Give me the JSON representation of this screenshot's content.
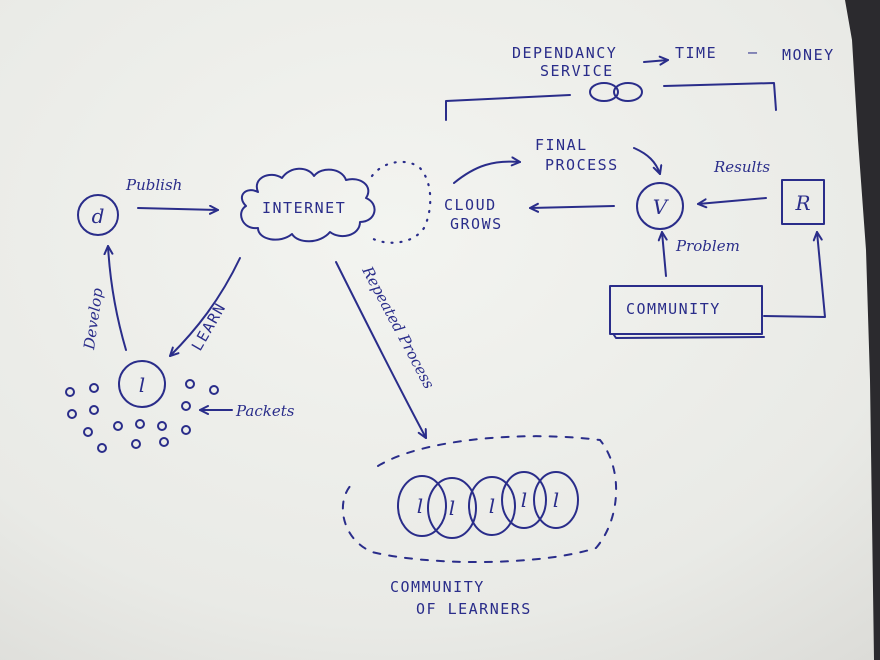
{
  "nodes": {
    "developer_d": "d",
    "learner_l": "l",
    "verifier_v": "V",
    "results_r": "R",
    "internet": "INTERNET",
    "cloud_grows": [
      "CLOUD",
      "GROWS"
    ],
    "fine_process": [
      "FINAL",
      "PROCESS"
    ],
    "dependency_service": [
      "DEPENDANCY",
      "SERVICE"
    ],
    "time": "TIME",
    "money": "MONEY",
    "community": "COMMUNITY",
    "community_of_learners": [
      "COMMUNITY",
      "OF LEARNERS"
    ],
    "learners_glyph": "l"
  },
  "edges": {
    "publish": "Publish",
    "develop": "Develop",
    "learn": "LEARN",
    "repeated_process": "Repeated Process",
    "packets": "Packets",
    "results": "Results",
    "problem": "Problem",
    "dash": "—"
  },
  "colors": {
    "paper": "#f1f2ee",
    "ink": "#2a2d8a",
    "background": "#2b2a2e"
  }
}
